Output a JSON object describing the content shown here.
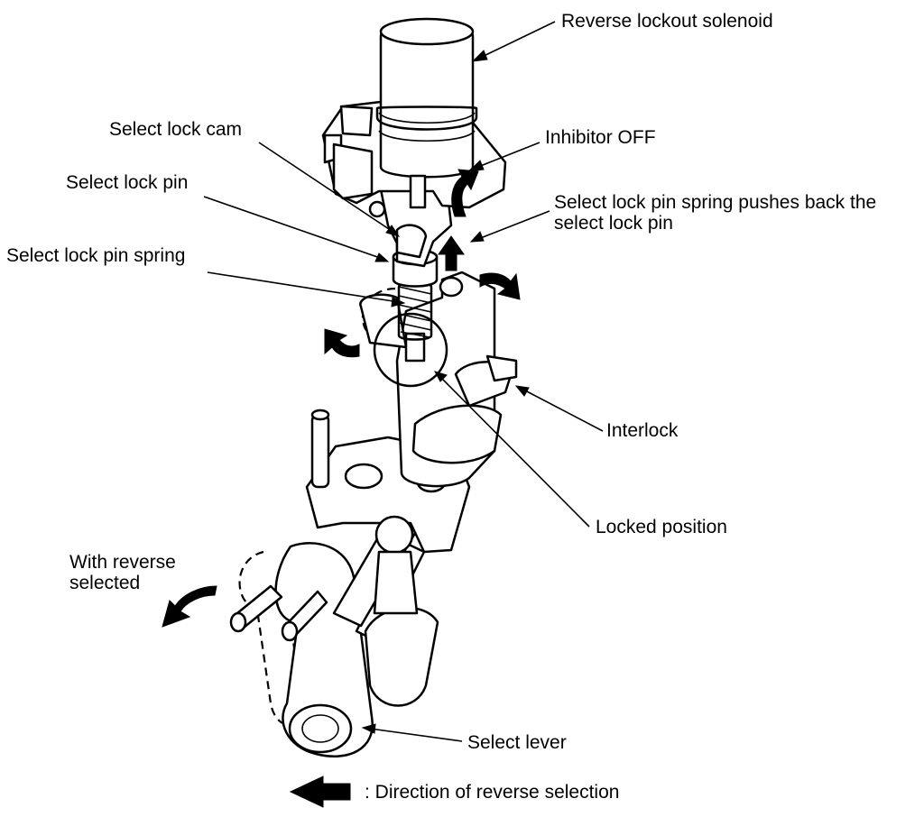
{
  "labels": {
    "reverse_lockout_solenoid": "Reverse lockout solenoid",
    "inhibitor_off": "Inhibitor OFF",
    "select_lock_cam": "Select lock cam",
    "select_lock_pin": "Select lock pin",
    "spring_pushes_line1": "Select lock pin spring pushes back the",
    "spring_pushes_line2": "select lock pin",
    "select_lock_pin_spring": "Select lock pin spring",
    "interlock": "Interlock",
    "locked_position": "Locked position",
    "with_reverse_line1": "With reverse",
    "with_reverse_line2": "selected",
    "select_lever": "Select lever",
    "legend_text": ": Direction of reverse selection"
  }
}
